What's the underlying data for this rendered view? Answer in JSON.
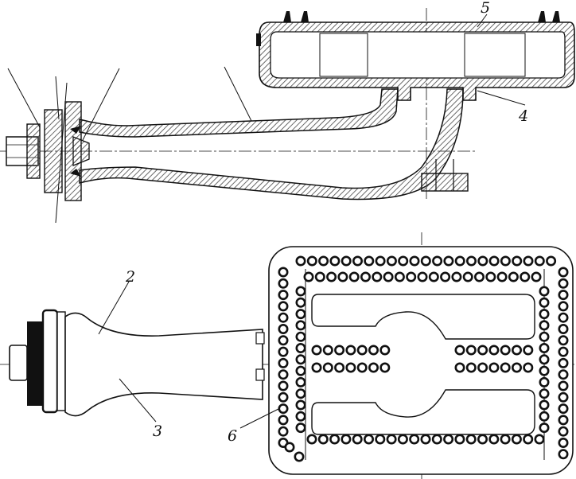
{
  "figure": {
    "callouts": [
      {
        "id": "c2",
        "text": "2"
      },
      {
        "id": "c3",
        "text": "3"
      },
      {
        "id": "c4",
        "text": "4"
      },
      {
        "id": "c5",
        "text": "5"
      },
      {
        "id": "c6",
        "text": "6"
      }
    ],
    "colors": {
      "ink": "#111111",
      "hatch": "#444444",
      "background": "#ffffff"
    }
  }
}
